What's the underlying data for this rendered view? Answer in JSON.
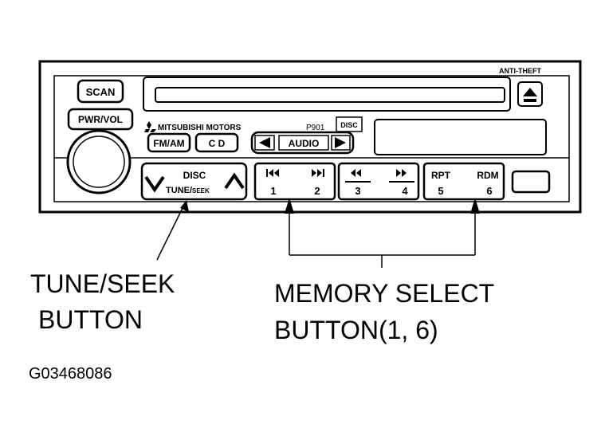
{
  "radio": {
    "brand": "MITSUBISHI MOTORS",
    "model": "P901",
    "anti_theft": "ANTI-THEFT",
    "cd_logo": "DISC",
    "buttons": {
      "scan": "SCAN",
      "pwr_vol": "PWR/VOL",
      "fm_am": "FM/AM",
      "cd": "C D",
      "audio": "AUDIO",
      "disc": "DISC",
      "tune_seek_prefix": "TUNE/",
      "tune_seek_suffix": "SEEK",
      "preset_1": "1",
      "preset_2": "2",
      "preset_3": "3",
      "preset_4": "4",
      "preset_5": "5",
      "preset_6": "6",
      "rpt": "RPT",
      "rdm": "RDM"
    }
  },
  "callouts": {
    "tune_seek_line1": "TUNE/SEEK",
    "tune_seek_line2": "BUTTON",
    "memory_line1": "MEMORY SELECT",
    "memory_line2": "BUTTON(1, 6)"
  },
  "figure_id": "G03468086"
}
